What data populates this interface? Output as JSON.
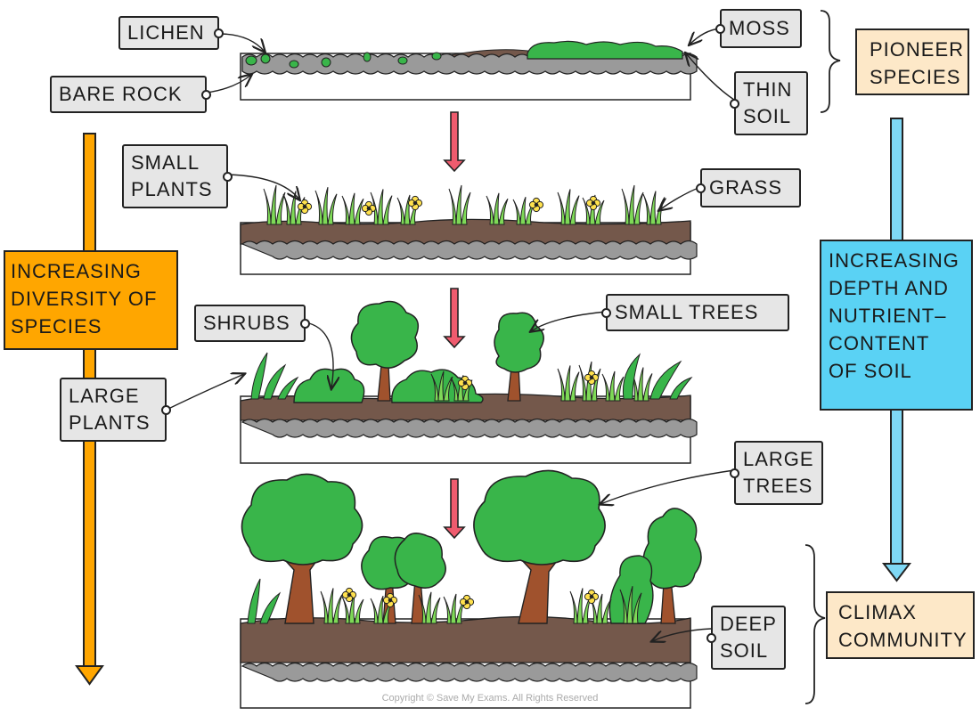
{
  "labels": {
    "lichen": "LICHEN",
    "bare_rock": "BARE ROCK",
    "moss": "MOSS",
    "thin_soil": [
      "THIN",
      "SOIL"
    ],
    "small_plants": [
      "SMALL",
      "PLANTS"
    ],
    "grass": "GRASS",
    "shrubs": "SHRUBS",
    "small_trees": "SMALL TREES",
    "large_plants": [
      "LARGE",
      "PLANTS"
    ],
    "large_trees": [
      "LARGE",
      "TREES"
    ],
    "deep_soil": [
      "DEEP",
      "SOIL"
    ]
  },
  "boxes": {
    "pioneer_species": [
      "PIONEER",
      "SPECIES"
    ],
    "climax_community": [
      "CLIMAX",
      "COMMUNITY"
    ],
    "increasing_diversity": [
      "INCREASING",
      "DIVERSITY OF",
      "SPECIES"
    ],
    "increasing_depth": [
      "INCREASING",
      "DEPTH AND",
      "NUTRIENT–",
      "CONTENT",
      "OF SOIL"
    ]
  },
  "copyright": "Copyright © Save My Exams. All Rights Reserved",
  "colors": {
    "soil": "#74584b",
    "rock": "#9a9a9a",
    "grass": "#7ed957",
    "leaf": "#39b54a",
    "trunk": "#a0522d",
    "flower": "#ffe14d",
    "orange_arrow": "#ffa600",
    "blue_arrow": "#7fd8f5",
    "pink_arrow": "#ef5b6e",
    "label_fill": "#e6e6e6",
    "pioneer_fill": "#fde8c8",
    "depth_fill": "#5ad2f4",
    "diversity_fill": "#ffa600"
  }
}
